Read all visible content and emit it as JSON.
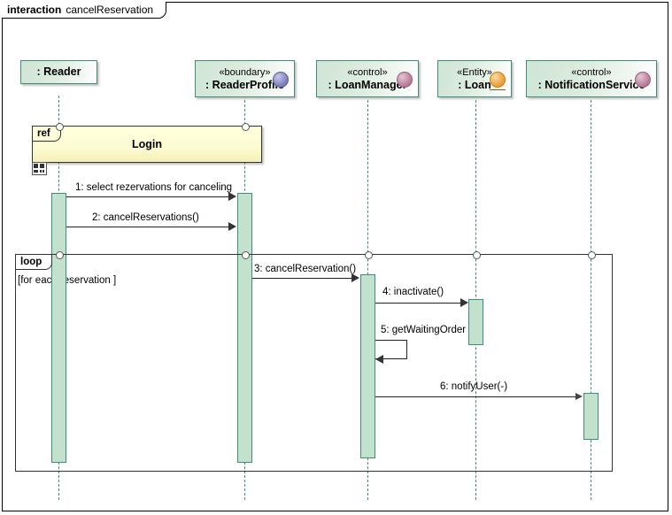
{
  "frame": {
    "keyword": "interaction",
    "name": "cancelReservation"
  },
  "lifelines": [
    {
      "id": "reader",
      "name": ": Reader",
      "stereotype": "",
      "icon": ""
    },
    {
      "id": "readerprofile",
      "name": ": ReaderProfile",
      "stereotype": "«boundary»",
      "icon": "boundary-icon"
    },
    {
      "id": "loanmanager",
      "name": ": LoanManager",
      "stereotype": "«control»",
      "icon": "control-icon"
    },
    {
      "id": "loan",
      "name": ": Loan",
      "stereotype": "«Entity»",
      "icon": "entity-icon"
    },
    {
      "id": "notification",
      "name": ": NotificationService",
      "stereotype": "«control»",
      "icon": "control-icon"
    }
  ],
  "fragments": [
    {
      "id": "ref",
      "operator": "ref",
      "title": "Login",
      "guard": ""
    },
    {
      "id": "loop",
      "operator": "loop",
      "title": "",
      "guard": "[for each reservation ]"
    }
  ],
  "messages": [
    {
      "seq": "1",
      "label": "1: select rezervations for canceling",
      "from": "reader",
      "to": "readerprofile"
    },
    {
      "seq": "2",
      "label": "2: cancelReservations()",
      "from": "reader",
      "to": "readerprofile"
    },
    {
      "seq": "3",
      "label": "3: cancelReservation()",
      "from": "readerprofile",
      "to": "loanmanager"
    },
    {
      "seq": "4",
      "label": "4: inactivate()",
      "from": "loanmanager",
      "to": "loan"
    },
    {
      "seq": "5",
      "label": "5: getWaitingOrder",
      "from": "loanmanager",
      "to": "loanmanager"
    },
    {
      "seq": "6",
      "label": "6: notifyUser(-)",
      "from": "loanmanager",
      "to": "notification"
    }
  ],
  "colors": {
    "lifeline_head_fill": "#cfe5d6",
    "lifeline_border": "#3f8f78",
    "activation_fill": "#c2e2cd",
    "ref_fragment_fill": "#ffffdd",
    "message_line": "#222222"
  }
}
